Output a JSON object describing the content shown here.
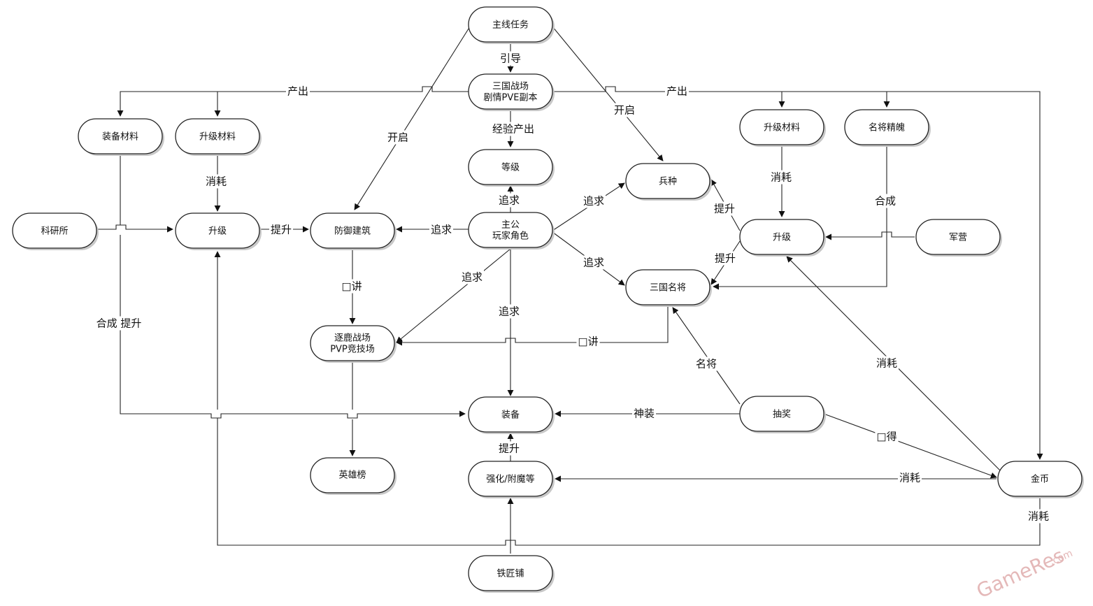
{
  "nodes": {
    "main_quest": "主线任务",
    "pve": [
      "三国战场",
      "剧情PVE副本"
    ],
    "level": "等级",
    "player": [
      "主公",
      "玩家角色"
    ],
    "equip_mat": "装备材料",
    "upgrade_mat_left": "升级材料",
    "research": "科研所",
    "upgrade_left": "升级",
    "defense": "防御建筑",
    "pvp": [
      "逐鹿战场",
      "PVP竞技场"
    ],
    "hero_rank": "英雄榜",
    "equipment": "装备",
    "enhance": "强化/附魔等",
    "blacksmith": "铁匠铺",
    "troops": "兵种",
    "generals": "三国名将",
    "upgrade_mat_right": "升级材料",
    "general_soul": "名将精魄",
    "upgrade_right": "升级",
    "barracks": "军营",
    "lottery": "抽奖",
    "gold": "金币"
  },
  "edge_labels": {
    "guide": "引导",
    "produce_left": "产出",
    "produce_right": "产出",
    "unlock_left": "开启",
    "unlock_right": "开启",
    "exp_output": "经验产出",
    "pursue_level": "追求",
    "pursue_defense": "追求",
    "pursue_troops": "追求",
    "pursue_generals": "追求",
    "pursue_pvp": "追求",
    "pursue_equip": "追求",
    "consume_left": "消耗",
    "boost_defense": "提升",
    "defense_pvp": "□讲",
    "synth_boost": "合成 提升",
    "generals_pvp": "□讲",
    "consume_right_mat": "消耗",
    "synthesize": "合成",
    "boost_troops": "提升",
    "boost_generals": "提升",
    "famous_general": "名将",
    "divine_equip": "神装",
    "consume_lottery_gold": "消耗",
    "lottery_gold": "□得",
    "consume_enhance": "消耗",
    "boost_equip": "提升",
    "consume_gold": "消耗"
  },
  "watermark": {
    "brand": "GameRes",
    "suffix": ".com"
  }
}
